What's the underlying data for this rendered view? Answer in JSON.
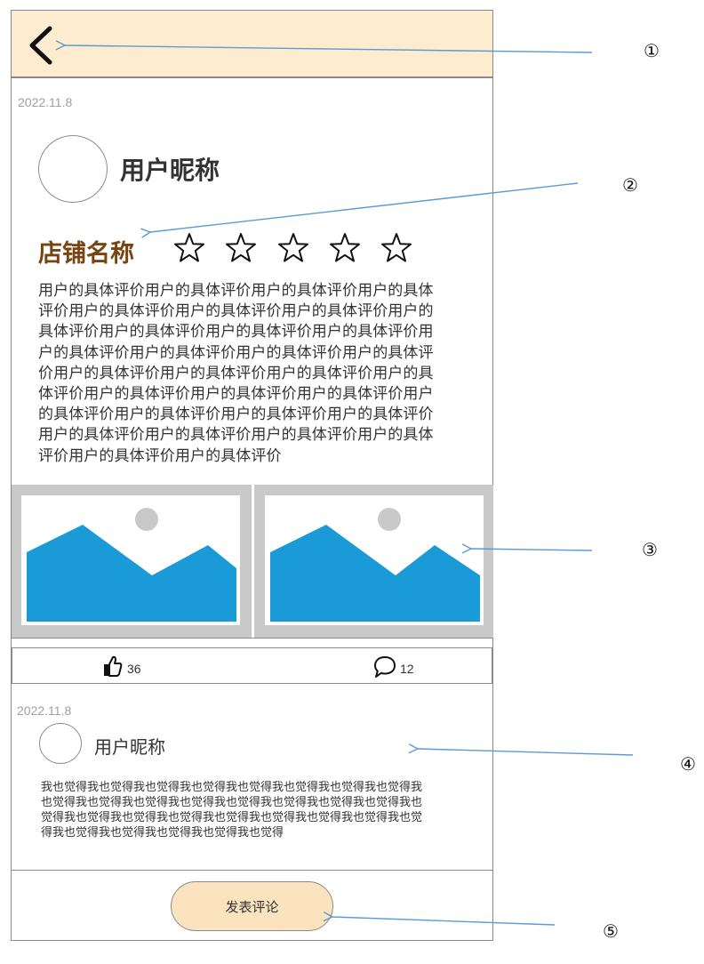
{
  "post": {
    "date": "2022.11.8",
    "nickname": "用户昵称",
    "shop_name": "店铺名称",
    "rating_stars": 5,
    "review_text": "用户的具体评价用户的具体评价用户的具体评价用户的具体评价用户的具体评价用户的具体评价用户的具体评价用户的具体评价用户的具体评价用户的具体评价用户的具体评价用户的具体评价用户的具体评价用户的具体评价用户的具体评价用户的具体评价用户的具体评价用户的具体评价用户的具体评价用户的具体评价用户的具体评价用户的具体评价用户的具体评价用户的具体评价用户的具体评价用户的具体评价用户的具体评价用户的具体评价用户的具体评价用户的具体评价用户的具体评价用户的具体评价",
    "likes": "36",
    "comments": "12"
  },
  "comment": {
    "date": "2022.11.8",
    "nickname": "用户昵称",
    "text": "我也觉得我也觉得我也觉得我也觉得我也觉得我也觉得我也觉得我也觉得我也觉得我也觉得我也觉得我也觉得我也觉得我也觉得我也觉得我也觉得我也觉得我也觉得我也觉得我也觉得我也觉得我也觉得我也觉得我也觉得我也觉得我也觉得我也觉得我也觉得我也觉得我也觉得"
  },
  "submit_label": "发表评论",
  "callouts": [
    "①",
    "②",
    "③",
    "④",
    "⑤"
  ],
  "icons": {
    "back": "chevron-left-icon",
    "star": "star-outline-icon",
    "image": "image-placeholder-icon",
    "like": "thumbs-up-icon",
    "comment": "speech-bubble-icon"
  },
  "colors": {
    "header_bg": "#fdecd0",
    "shop_name": "#7a4412",
    "image_fill": "#1a9ad6",
    "button_bg": "#fbe3bf",
    "arrow": "#5b9bd5"
  }
}
